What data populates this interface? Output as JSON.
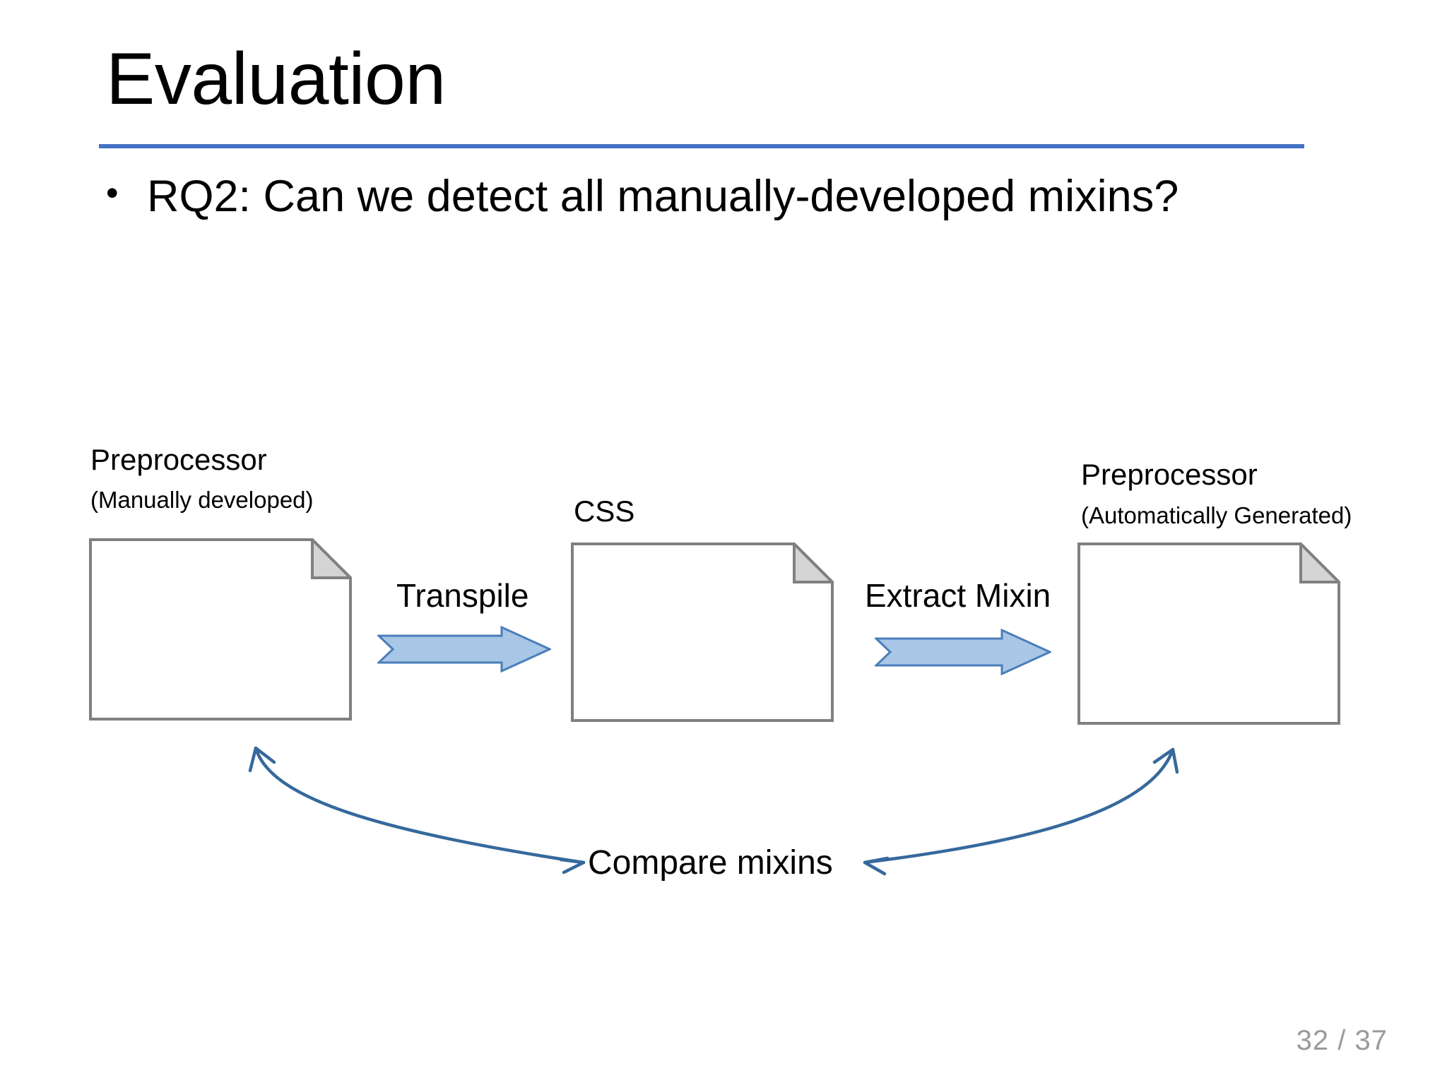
{
  "slide": {
    "title": "Evaluation",
    "rule_color": "#4472c4",
    "background_color": "#ffffff",
    "page_number": "32 / 37"
  },
  "body": {
    "bullets": [
      {
        "marker": "•",
        "text": "RQ2: Can we detect all manually-developed mixins?"
      }
    ]
  },
  "diagram": {
    "nodes": [
      {
        "id": "preprocessor-manual",
        "caption": "Preprocessor",
        "subcaption": "(Manually developed)",
        "icon": "document-icon"
      },
      {
        "id": "css",
        "caption": "CSS",
        "subcaption": "",
        "icon": "document-icon"
      },
      {
        "id": "preprocessor-generated",
        "caption": "Preprocessor",
        "subcaption": "(Automatically Generated)",
        "icon": "document-icon"
      }
    ],
    "steps": [
      {
        "id": "transpile",
        "label": "Transpile",
        "icon": "right-block-arrow-icon"
      },
      {
        "id": "extract-mixin",
        "label": "Extract Mixin",
        "icon": "right-block-arrow-icon"
      }
    ],
    "comparison": {
      "label": "Compare mixins",
      "left_arrow_icon": "curved-double-arrow-icon",
      "right_arrow_icon": "curved-double-arrow-icon"
    },
    "colors": {
      "arrow_fill": "#a8c6e5",
      "arrow_stroke": "#4a7ebb",
      "curve_stroke": "#36699c",
      "document_stroke": "#808080",
      "document_fold": "#d0d0d0"
    }
  }
}
